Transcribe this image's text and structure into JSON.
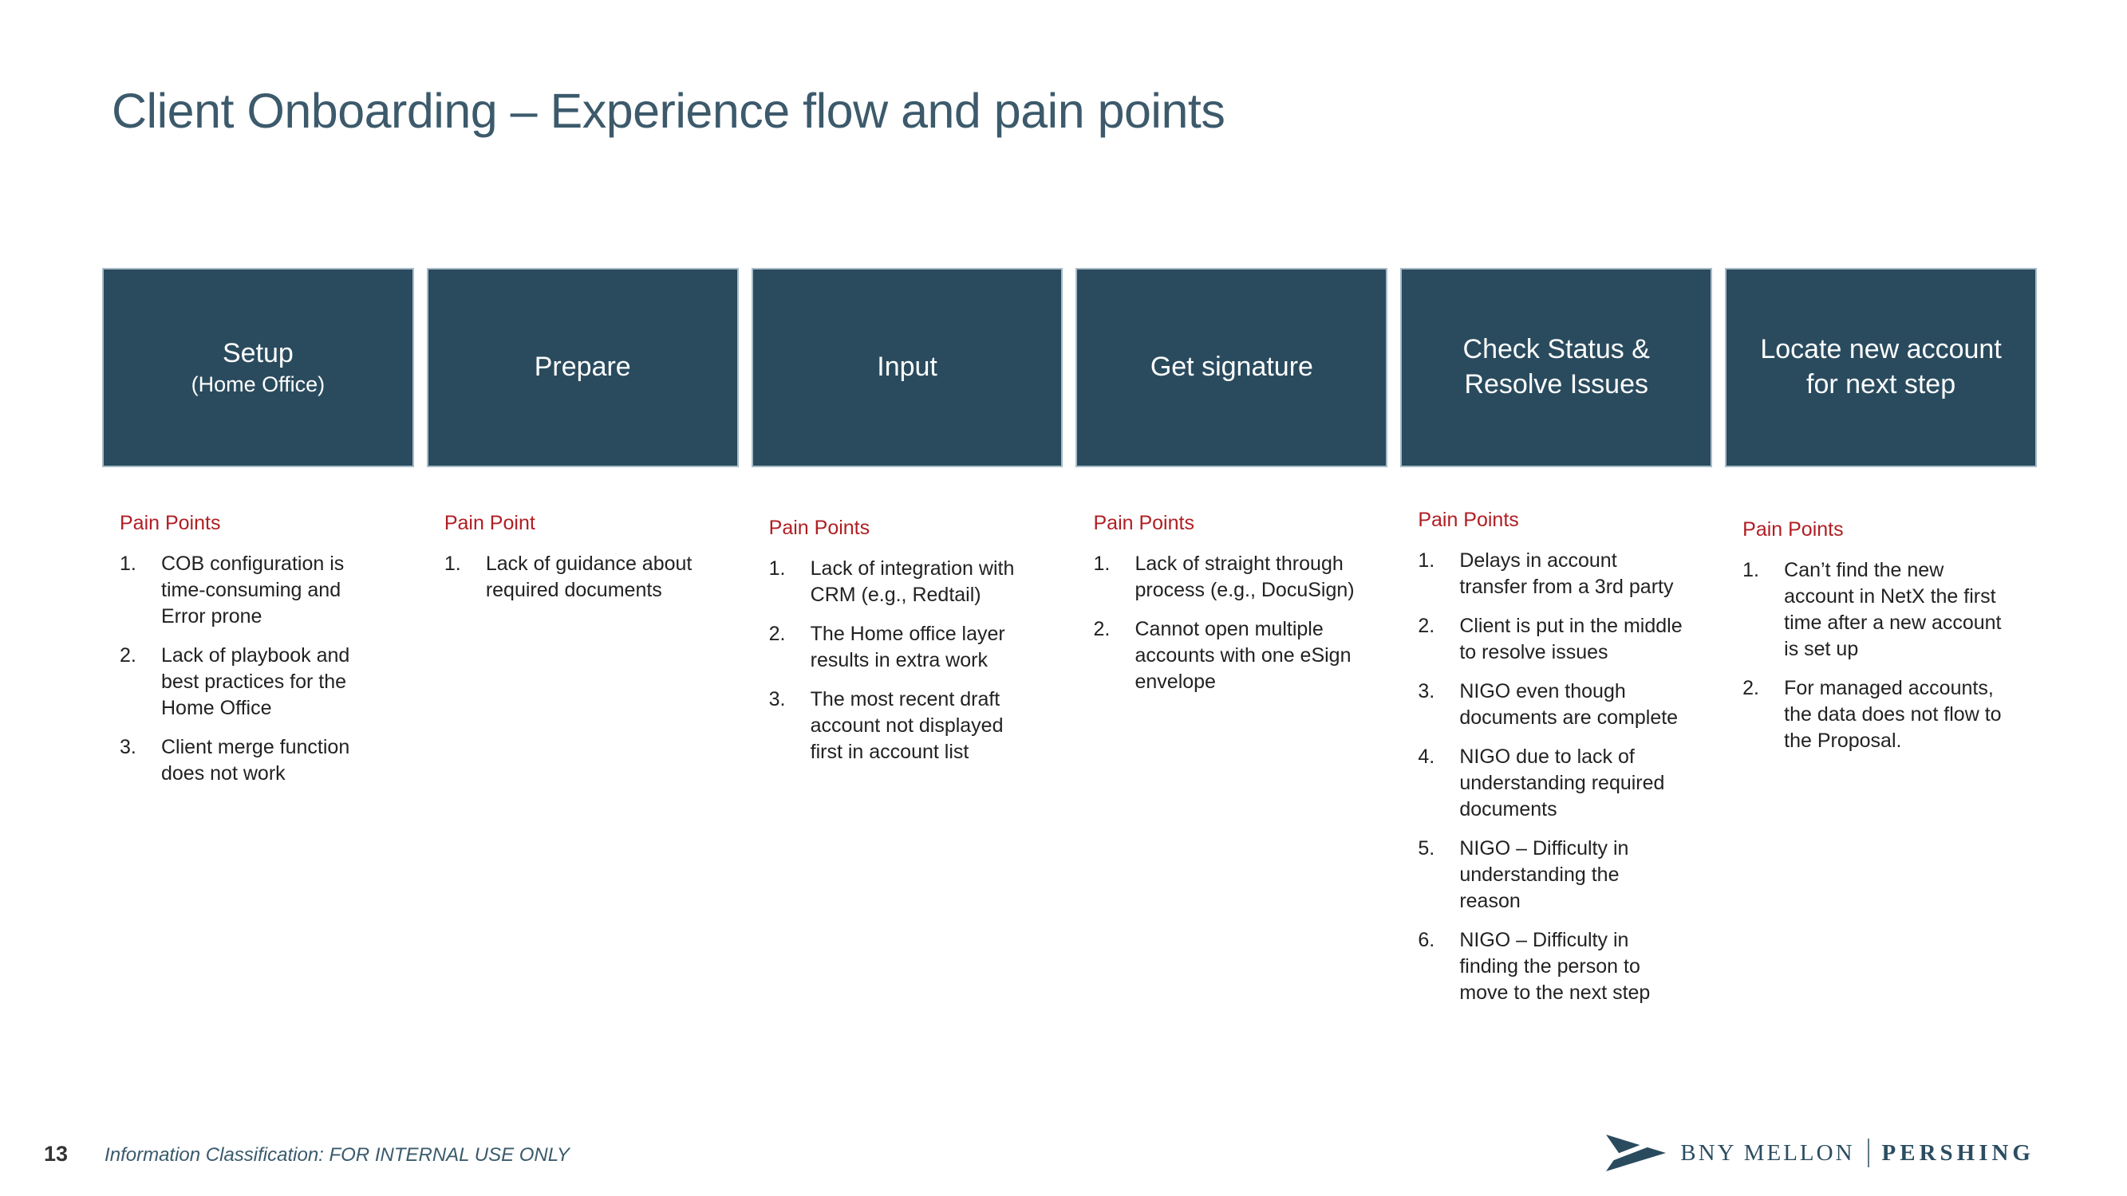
{
  "title": "Client Onboarding – Experience flow and pain points",
  "stages": [
    {
      "label": "Setup",
      "sublabel": "(Home Office)",
      "pain_header": "Pain Points",
      "points": [
        {
          "n": "1.",
          "text": "COB configuration is time-consuming and Error prone"
        },
        {
          "n": "2.",
          "text": "Lack of playbook and best practices for the Home Office"
        },
        {
          "n": "3.",
          "text": "Client merge function does not work"
        }
      ]
    },
    {
      "label": "Prepare",
      "sublabel": "",
      "pain_header": "Pain Point",
      "points": [
        {
          "n": "1.",
          "text": "Lack of guidance about required documents"
        }
      ]
    },
    {
      "label": "Input",
      "sublabel": "",
      "pain_header": "Pain Points",
      "points": [
        {
          "n": "1.",
          "text": "Lack of integration with CRM (e.g., Redtail)"
        },
        {
          "n": "2.",
          "text": "The Home office layer results in extra work"
        },
        {
          "n": "3.",
          "text": "The most recent draft account not displayed first in account list"
        }
      ]
    },
    {
      "label": "Get signature",
      "sublabel": "",
      "pain_header": "Pain Points",
      "points": [
        {
          "n": "1.",
          "text": "Lack of straight through process (e.g., DocuSign)"
        },
        {
          "n": "2.",
          "text": "Cannot open multiple accounts with one eSign envelope"
        }
      ]
    },
    {
      "label": "Check Status & Resolve Issues",
      "sublabel": "",
      "pain_header": "Pain Points",
      "points": [
        {
          "n": "1.",
          "text": "Delays in account transfer from a 3rd party"
        },
        {
          "n": "2.",
          "text": "Client is put in the middle to resolve issues"
        },
        {
          "n": "3.",
          "text": "NIGO even though documents are complete"
        },
        {
          "n": "4.",
          "text": "NIGO due to lack of understanding required documents"
        },
        {
          "n": "5.",
          "text": "NIGO – Difficulty in understanding the reason"
        },
        {
          "n": "6.",
          "text": "NIGO – Difficulty in finding the person to move to the next step"
        }
      ]
    },
    {
      "label": "Locate new account for next step",
      "sublabel": "",
      "pain_header": "Pain Points",
      "points": [
        {
          "n": "1.",
          "text": "Can’t find the new account in NetX the first time after a new account is set up"
        },
        {
          "n": "2.",
          "text": "For managed accounts, the data does not flow to the Proposal."
        }
      ]
    }
  ],
  "footer": {
    "page_number": "13",
    "classification": "Information Classification: FOR INTERNAL USE ONLY"
  },
  "brand": {
    "name": "BNY MELLON",
    "division": "PERSHING"
  },
  "colors": {
    "box_fill": "#2A4B5E",
    "accent_red": "#B01E23",
    "title_text": "#3C5A6B"
  }
}
